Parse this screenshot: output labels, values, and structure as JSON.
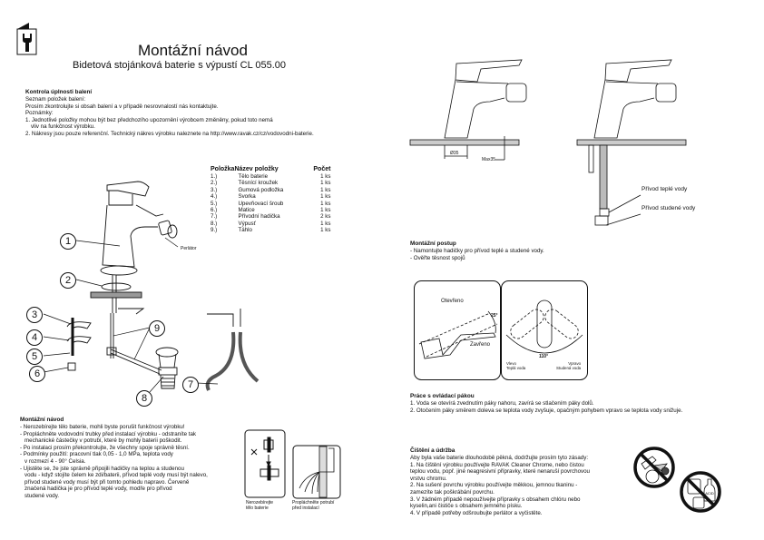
{
  "header": {
    "title": "Montážní návod",
    "subtitle": "Bidetová stojánková baterie s výpustí CL 055.00",
    "icon": "wrench-manual-icon"
  },
  "package_check": {
    "heading": "Kontrola úplnosti balení",
    "lines": [
      "Seznam položek balení:",
      "Prosím zkontrolujte si obsah balení a v případě nesrovnalostí nás kontaktujte.",
      "Poznámky:",
      "1. Jednotlivé položky mohou být bez předchozího upozornění výrobcem změněny, pokud toto nemá",
      "    vliv na funkčnost výrobku.",
      "2. Nákresy jsou pouze referenční. Technický nákres výrobku naleznete na http://www.ravak.cz/cz/vodovodni-baterie."
    ]
  },
  "parts_table": {
    "headers": [
      "Položka",
      "Název položky",
      "Počet"
    ],
    "rows": [
      [
        "1.)",
        "Tělo baterie",
        "1 ks"
      ],
      [
        "2.)",
        "Těsnící kroužek",
        "1 ks"
      ],
      [
        "3.)",
        "Gumová podložka",
        "1 ks"
      ],
      [
        "4.)",
        "Svorka",
        "1 ks"
      ],
      [
        "5.)",
        "Upevňovací šroub",
        "1 ks"
      ],
      [
        "6.)",
        "Matice",
        "1 ks"
      ],
      [
        "7.)",
        "Přívodní hadička",
        "2 ks"
      ],
      [
        "8.)",
        "Výpusť",
        "1 ks"
      ],
      [
        "9.)",
        "Táhlo",
        "1 ks"
      ]
    ]
  },
  "exploded_view": {
    "callouts": [
      "1",
      "2",
      "3",
      "4",
      "5",
      "6",
      "7",
      "8",
      "9"
    ],
    "perlator_label": "Perlátor"
  },
  "assembly_guide": {
    "heading": "Montážní návod",
    "lines": [
      "- Nerozebírejte tělo baterie, mohli byste porušit funkčnost výrobku!",
      "- Propláchněte vodovodní trubky před instalací výrobku - odstraníte tak",
      "  mechanické částečky v potrubí, které by mohly baterii poškodit.",
      "- Po instalaci prosím překontrolujte, že všechny spoje správně těsní.",
      "- Podmínky použití: pracovní tlak 0,05 - 1,0 MPa, teplota vody",
      "  v rozmezí 4 - 90° Celsia.",
      "- Ujistěte se, že jste správně připojili hadičky na teplou a studenou",
      "  vodu - když stojíte čelem ke zdi/baterii, přívod teplé vody musí být nalevo,",
      "  přívod studené vody musí být při tomto pohledu napravo. Červeně",
      "  značená hadička je pro přívod teplé vody, modře pro přívod",
      "  studené vody."
    ],
    "figure_captions": [
      [
        "Nerozebírejte",
        "tělo baterie"
      ],
      [
        "Propláchněte potrubí",
        "před instalací"
      ]
    ]
  },
  "dimensions": {
    "diameter": "Ø35",
    "max_thickness": "Max35"
  },
  "hose_labels": {
    "hot": "Přívod teplé vody",
    "cold": "Přívod studené vody"
  },
  "mounting_procedure": {
    "heading": "Montážní postup",
    "lines": [
      "- Namontujte hadičky pro přívod teplé a studené vody.",
      "- Ověřte těsnost spojů"
    ]
  },
  "lever_diagram": {
    "open_label": "Otevřeno",
    "closed_label": "Zavřeno",
    "tilt_angle": "25°",
    "rotation_angle": "110°",
    "left_label": [
      "Vlevo",
      "Teplá voda"
    ],
    "right_label": [
      "Vpravo",
      "Studená voda"
    ]
  },
  "lever_operation": {
    "heading": "Práce s ovládací pákou",
    "lines": [
      "1. Voda se otevírá zvednutím páky nahoru, zavírá se stlačením páky dolů.",
      "2. Otočením páky směrem doleva se teplota vody zvyšuje, opačným pohybem vpravo se teplota vody snižuje."
    ]
  },
  "cleaning": {
    "heading": "Čištění a údržba",
    "lines": [
      "Aby byla vaše baterie dlouhodobě pěkná, dodržujte prosím tyto zásady:",
      "1. Na čištění výrobku používejte RAVAK Cleaner Chrome, nebo čistou",
      "    teplou vodu, popř. jiné neagresivní přípravky, které nenaruší povrchovou",
      "    vrstvu chromu.",
      "2. Na sušení povrchu výrobku používejte měkkou, jemnou tkaninu -",
      "    zamezíte tak poškrábání povrchu.",
      "3. V žádném případě nepoužívejte přípravky s obsahem chlóru nebo",
      "    kyselin,ani čističe s obsahem jemného písku.",
      "4. V případě potřeby odšroubujte perlátor a vyčistěte."
    ],
    "prohibited_icons": [
      "no-abrasive-tools-icon",
      "no-acid-chemicals-icon"
    ],
    "acid_label": "ACID"
  }
}
